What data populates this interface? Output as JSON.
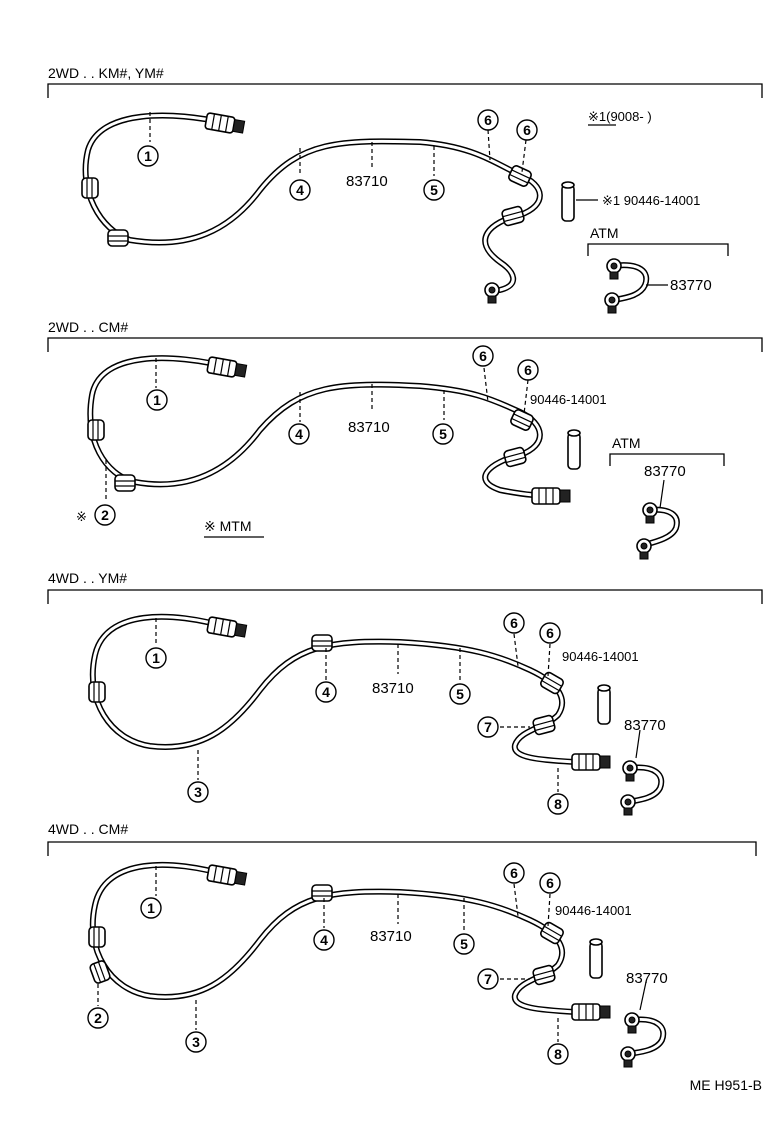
{
  "diagram_code": "ME  H951-B",
  "sections": [
    {
      "heading": "2WD . . KM#, YM#",
      "cable_part": "83710",
      "atm_heading": "ATM",
      "atm_part": "83770",
      "note_label": "※1(9008-        )",
      "note_part": "※1 90446-14001",
      "callouts": [
        "1",
        "4",
        "5",
        "6",
        "6"
      ]
    },
    {
      "heading": "2WD . . CM#",
      "cable_part": "83710",
      "side_part": "90446-14001",
      "atm_heading": "ATM",
      "atm_part": "83770",
      "mtm_note": "※ MTM",
      "star_prefix": "※",
      "callouts": [
        "1",
        "2",
        "4",
        "5",
        "6",
        "6"
      ]
    },
    {
      "heading": "4WD . . YM#",
      "cable_part": "83710",
      "side_part": "90446-14001",
      "atm_part": "83770",
      "callouts": [
        "1",
        "3",
        "4",
        "5",
        "6",
        "6",
        "7",
        "8"
      ]
    },
    {
      "heading": "4WD . . CM#",
      "cable_part": "83710",
      "side_part": "90446-14001",
      "atm_part": "83770",
      "callouts": [
        "1",
        "2",
        "3",
        "4",
        "5",
        "6",
        "6",
        "7",
        "8"
      ]
    }
  ]
}
